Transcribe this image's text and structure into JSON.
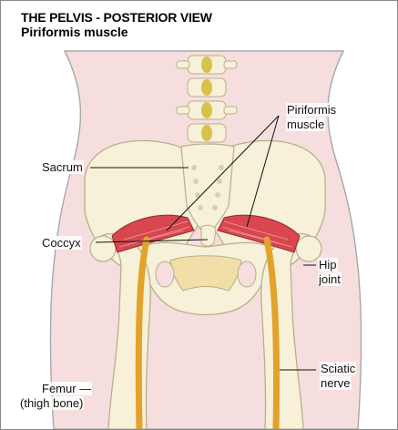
{
  "figure": {
    "title": "THE PELVIS - POSTERIOR VIEW",
    "subtitle": "Piriformis muscle",
    "colors": {
      "skin": "#f7dede",
      "bone": "#f6f1d8",
      "bone_outline": "#b8ae8c",
      "muscle": "#d8464e",
      "nerve": "#e3a22a",
      "vertebra_disc": "#d9c24c",
      "pubic_gap": "#f2dfa8"
    }
  },
  "labels": {
    "piriformis_line1": "Piriformis",
    "piriformis_line2": "muscle",
    "sacrum": "Sacrum",
    "coccyx": "Coccyx",
    "hip_line1": "Hip",
    "hip_line2": "joint",
    "femur_line1": "Femur —",
    "femur_line2": "(thigh bone)",
    "sciatic_line1": "Sciatic",
    "sciatic_line2": "nerve"
  }
}
